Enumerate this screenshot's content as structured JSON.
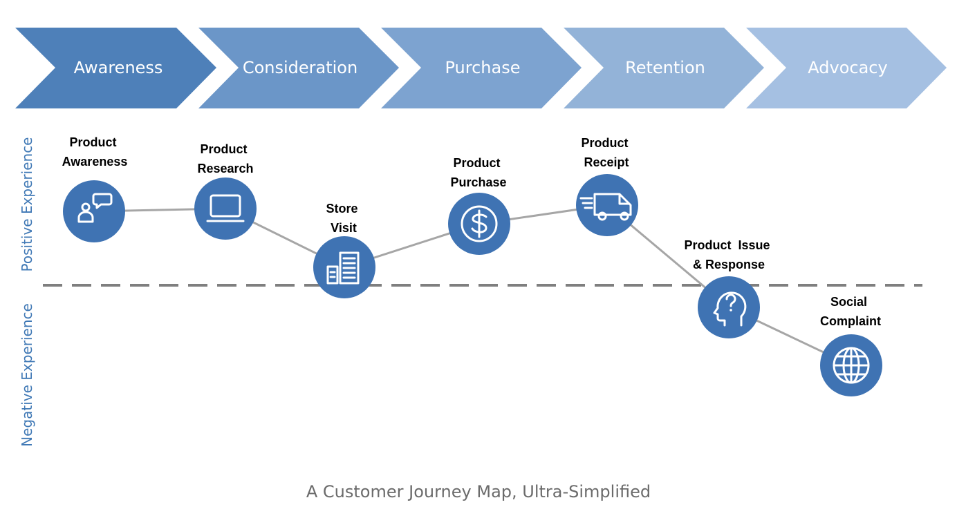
{
  "stages": [
    {
      "label": "Awareness",
      "color": "#4e80b9"
    },
    {
      "label": "Consideration",
      "color": "#6b96c8"
    },
    {
      "label": "Purchase",
      "color": "#7da3d0"
    },
    {
      "label": "Retention",
      "color": "#93b3d8"
    },
    {
      "label": "Advocacy",
      "color": "#a5c0e2"
    }
  ],
  "axis": {
    "positive": "Positive Experience",
    "negative": "Negative Experience"
  },
  "touchpoints": [
    {
      "lines": [
        "Product",
        "Awareness"
      ],
      "icon": "speech-person-icon",
      "experience": "positive"
    },
    {
      "lines": [
        "Product",
        "Research"
      ],
      "icon": "laptop-icon",
      "experience": "positive"
    },
    {
      "lines": [
        "Store",
        "Visit"
      ],
      "icon": "building-icon",
      "experience": "neutral"
    },
    {
      "lines": [
        "Product",
        "Purchase"
      ],
      "icon": "dollar-icon",
      "experience": "positive"
    },
    {
      "lines": [
        "Product",
        "Receipt"
      ],
      "icon": "delivery-truck-icon",
      "experience": "positive"
    },
    {
      "lines": [
        "Product  Issue",
        "& Response"
      ],
      "icon": "head-question-icon",
      "experience": "negative"
    },
    {
      "lines": [
        "Social",
        "Complaint"
      ],
      "icon": "globe-icon",
      "experience": "negative"
    }
  ],
  "colors": {
    "node": "#3f73b3",
    "connector": "#a6a6a6",
    "divider": "#7f7f7f"
  },
  "caption": "A Customer Journey Map, Ultra-Simplified"
}
